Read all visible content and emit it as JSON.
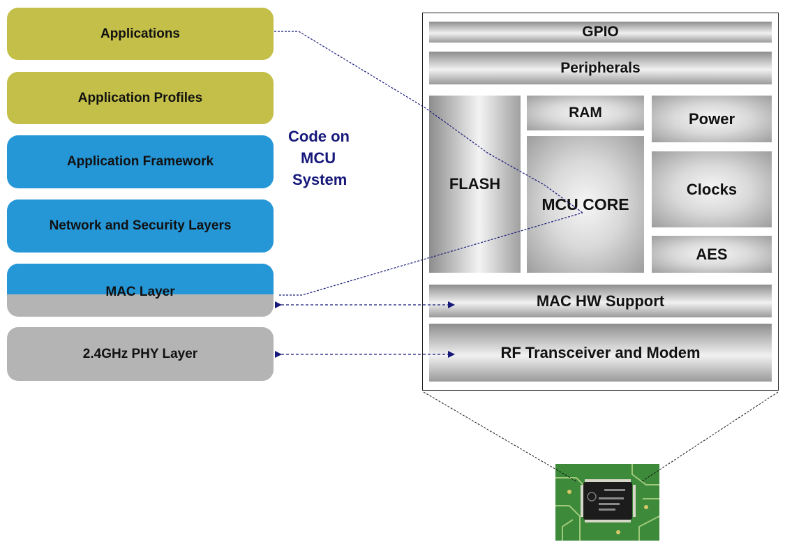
{
  "stack": {
    "applications": "Applications",
    "application_profiles": "Application Profiles",
    "application_framework": "Application Framework",
    "network_security": "Network and Security Layers",
    "mac_layer": "MAC Layer",
    "phy_layer": "2.4GHz PHY Layer"
  },
  "code_label": [
    "Code on",
    "MCU",
    "System"
  ],
  "chip": {
    "gpio": "GPIO",
    "peripherals": "Peripherals",
    "flash": "FLASH",
    "ram": "RAM",
    "power": "Power",
    "mcu_core": "MCU CORE",
    "clocks": "Clocks",
    "aes": "AES",
    "mac_hw": "MAC HW Support",
    "rf": "RF Transceiver and Modem"
  },
  "colors": {
    "olive": "#c3bf49",
    "blue": "#2596d6",
    "gray": "#b4b4b4",
    "connector": "#16187a"
  },
  "icons": {
    "chip_photo": "microchip-photo-icon"
  }
}
